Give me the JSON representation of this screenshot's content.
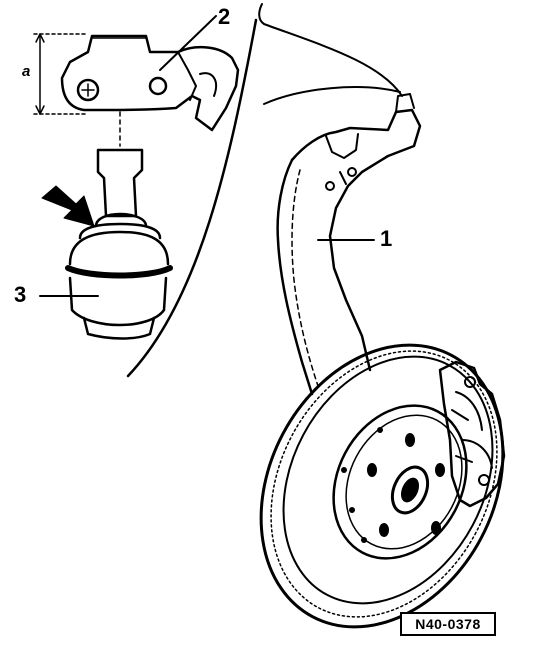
{
  "callouts": {
    "one": "1",
    "two": "2",
    "three": "3",
    "dimension": "a"
  },
  "reference_code": "N40-0378",
  "colors": {
    "ink": "#000000",
    "paper": "#ffffff"
  }
}
